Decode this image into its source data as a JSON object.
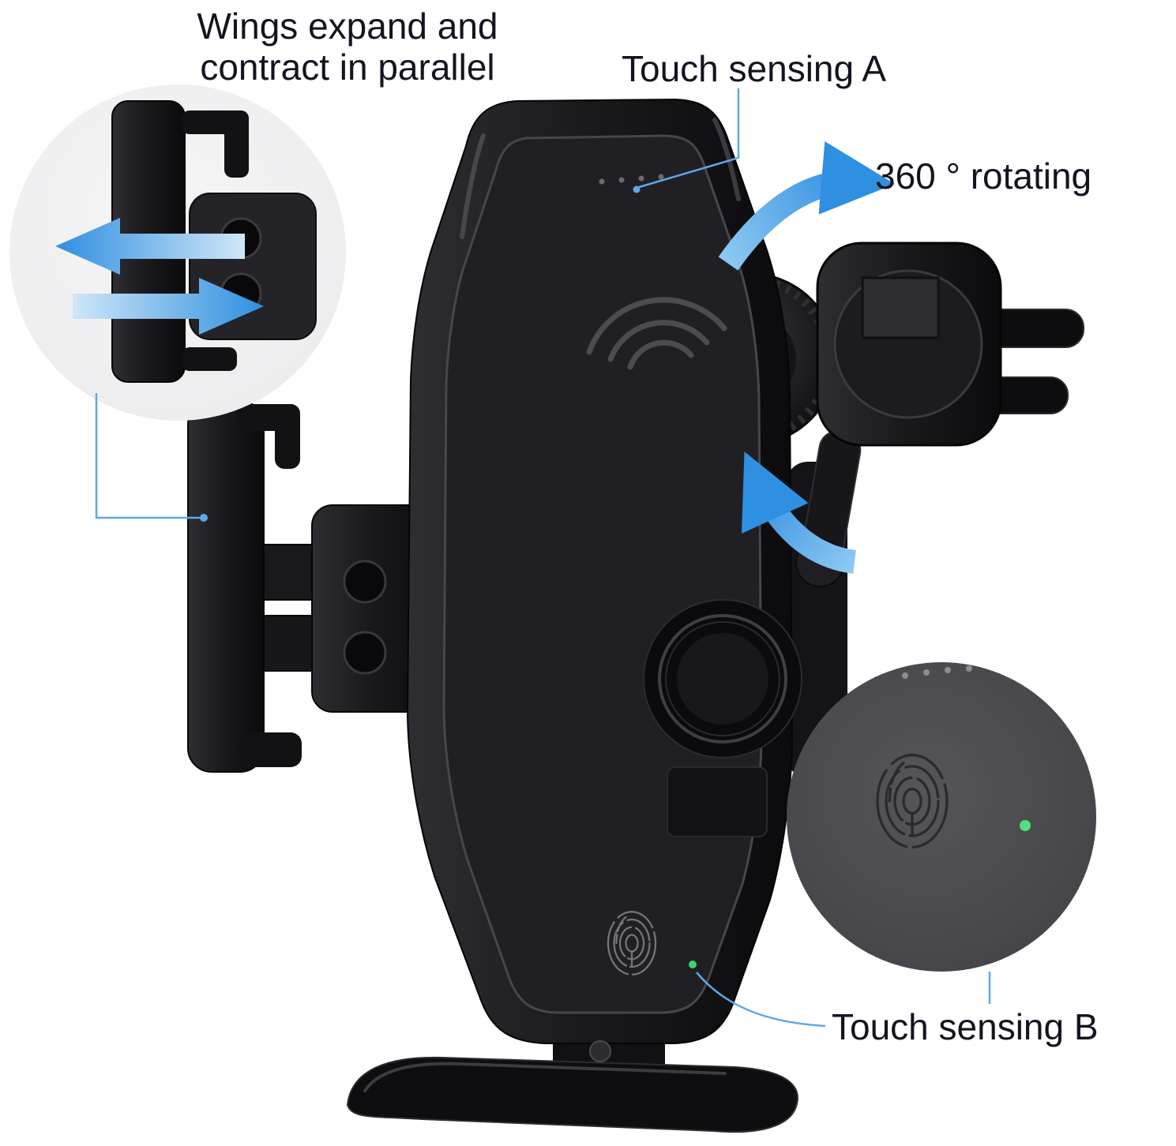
{
  "annotations": {
    "wings_line1": "Wings expand and",
    "wings_line2": "contract in parallel",
    "touch_sensing_a": "Touch sensing A",
    "rotating": "360 ° rotating",
    "touch_sensing_b": "Touch sensing B"
  },
  "colors": {
    "background": "#ffffff",
    "text": "#141420",
    "callout_blue": "#5fa8e8",
    "arrow_blue": "#2f8fe0",
    "arrow_blue_light": "#cfe7f8",
    "led_green": "#3fd36f",
    "device_black": "#1a1a1d",
    "inset_gray_light": "#f1f1f2",
    "inset_gray_dark": "#4a4a4e"
  }
}
